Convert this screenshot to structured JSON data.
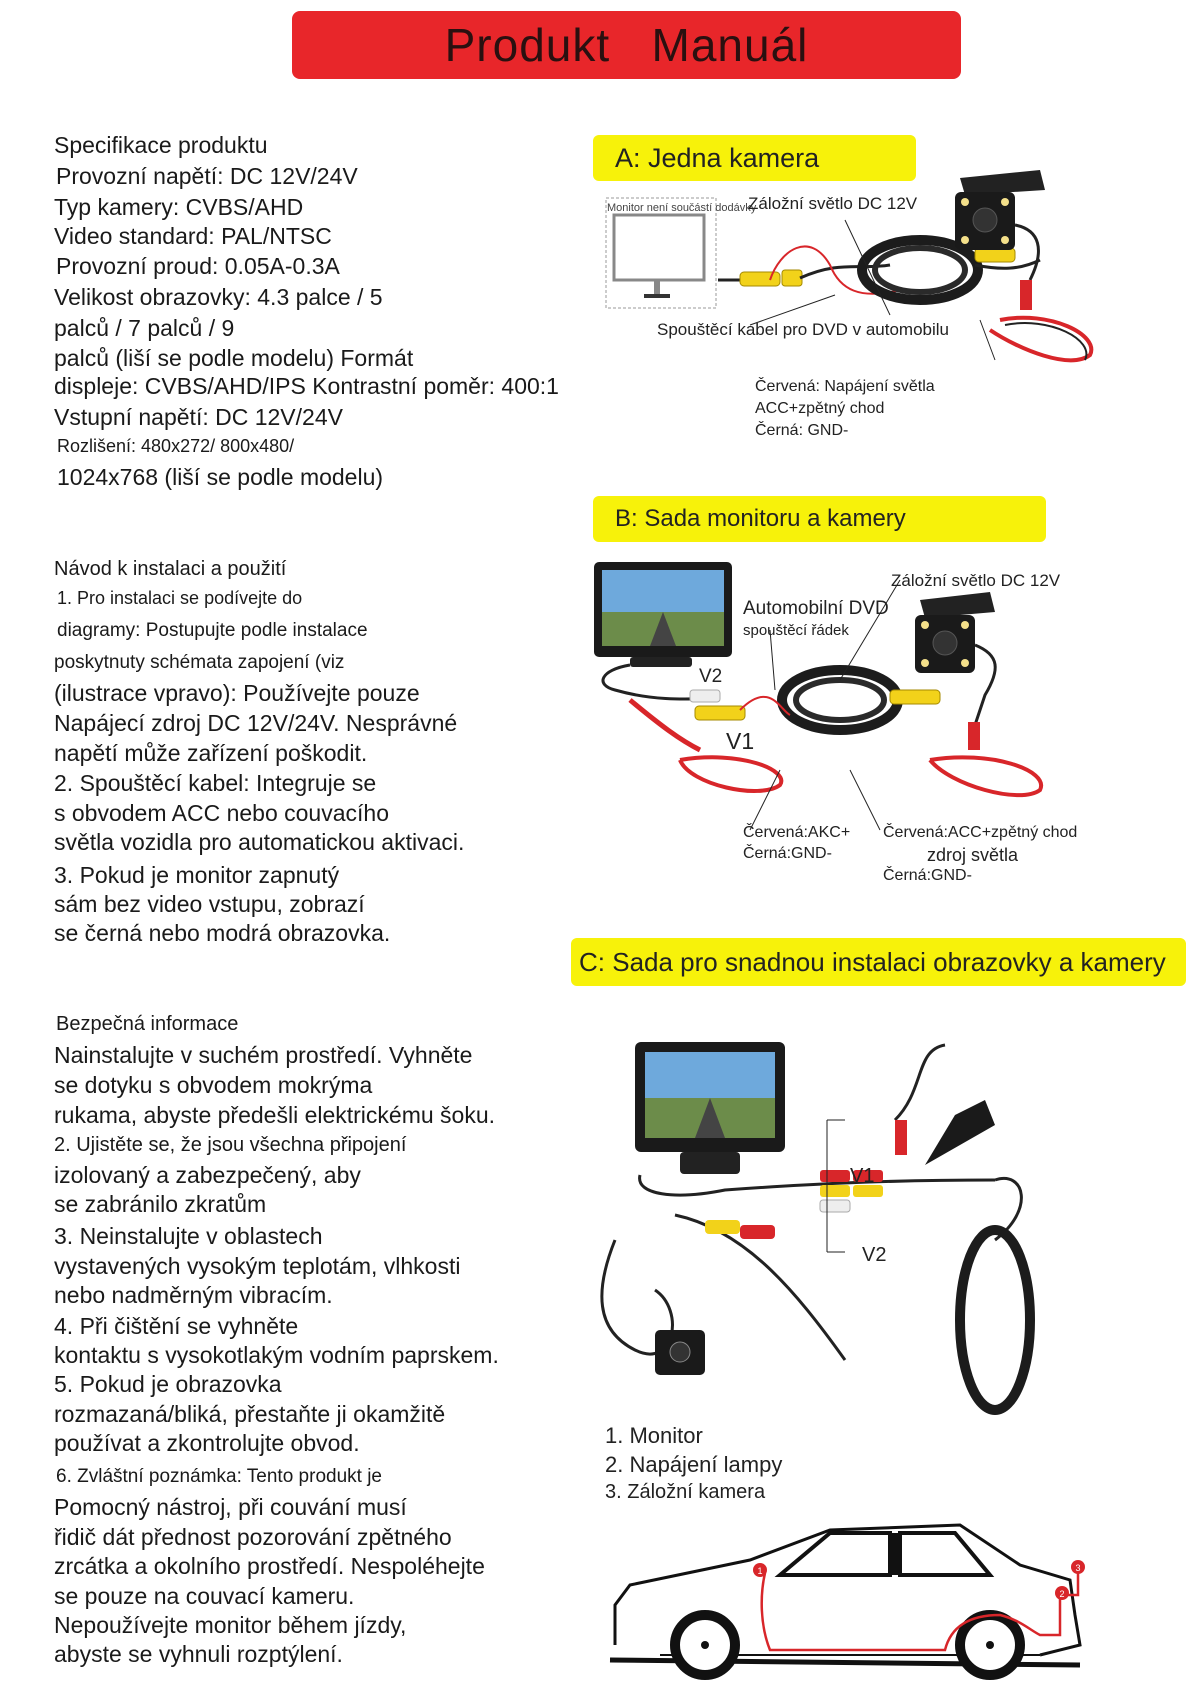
{
  "title": "Produkt   Manuál",
  "specs": {
    "lines": [
      "Specifikace produktu",
      "Provozní napětí: DC 12V/24V",
      "Typ kamery: CVBS/AHD",
      "Video standard: PAL/NTSC",
      "Provozní proud: 0.05A-0.3A",
      "Velikost obrazovky: 4.3 palce / 5",
      "palců / 7 palců / 9",
      "palců (liší se podle modelu) Formát",
      "displeje: CVBS/AHD/IPS Kontrastní poměr: 400:1",
      "Vstupní napětí: DC 12V/24V",
      "Rozlišení: 480x272/ 800x480/",
      "1024x768 (liší se podle modelu)"
    ]
  },
  "install": {
    "lines": [
      "Návod k instalaci a použití",
      "1. Pro instalaci se podívejte do",
      "diagramy: Postupujte podle instalace",
      "poskytnuty schémata zapojení (viz",
      "(ilustrace vpravo): Používejte pouze",
      "Napájecí zdroj DC 12V/24V. Nesprávné",
      "napětí může zařízení poškodit.",
      "2. Spouštěcí kabel: Integruje se",
      "s obvodem ACC nebo couvacího",
      "světla vozidla pro automatickou aktivaci.",
      "3. Pokud je monitor zapnutý",
      "sám bez video vstupu, zobrazí",
      "se černá nebo modrá obrazovka."
    ]
  },
  "safety": {
    "lines": [
      "Bezpečná informace",
      "Nainstalujte v suchém prostředí. Vyhněte",
      "se dotyku s obvodem mokrýma",
      "rukama, abyste předešli elektrickému šoku.",
      "2. Ujistěte se, že jsou všechna připojení",
      "izolovaný a zabezpečený, aby",
      "se zabránilo zkratům",
      "3. Neinstalujte v oblastech",
      "vystavených vysokým teplotám, vlhkosti",
      "nebo nadměrným vibracím.",
      "4. Při čištění se vyhněte",
      "kontaktu s vysokotlakým vodním paprskem.",
      "5. Pokud je obrazovka",
      "rozmazaná/bliká, přestaňte ji okamžitě",
      "používat a zkontrolujte obvod.",
      "6. Zvláštní poznámka: Tento produkt je",
      "Pomocný nástroj, při couvání musí",
      "řidič dát přednost pozorování zpětného",
      "zrcátka a okolního prostředí. Nespoléhejte",
      "se pouze na couvací kameru.",
      "Nepoužívejte monitor během jízdy,",
      "abyste se vyhnuli rozptýlení."
    ]
  },
  "diagram_a": {
    "heading": "A: Jedna kamera",
    "monitor_note": "Monitor není součástí dodávky",
    "backup_light": "Záložní světlo DC 12V",
    "trigger_cable": "Spouštěcí kabel pro DVD v automobilu",
    "red": "Červená: Napájení světla",
    "acc": "ACC+zpětný chod",
    "black": "Černá: GND-"
  },
  "diagram_b": {
    "heading": "B: Sada monitoru a kamery",
    "backup_light": "Záložní světlo DC 12V",
    "dvd": "Automobilní DVD",
    "dvd_sub": "spouštěcí řádek",
    "v2": "V2",
    "v1": "V1",
    "left_red": "Červená:AKC+",
    "left_black": "Černá:GND-",
    "right_red": "Červená:ACC+zpětný chod",
    "right_sub": "zdroj světla",
    "right_black": "Černá:GND-"
  },
  "diagram_c": {
    "heading": "C: Sada pro snadnou instalaci obrazovky a kamery",
    "v1": "V1",
    "v2": "V2",
    "legend": [
      "1. Monitor",
      "2. Napájení lampy",
      "3. Záložní kamera"
    ],
    "car_markers": [
      "1",
      "2",
      "3"
    ]
  },
  "colors": {
    "title_bg": "#e8262a",
    "heading_bg": "#f7f20a",
    "wire_red": "#d8262a",
    "rca_yellow": "#f2d21a"
  }
}
